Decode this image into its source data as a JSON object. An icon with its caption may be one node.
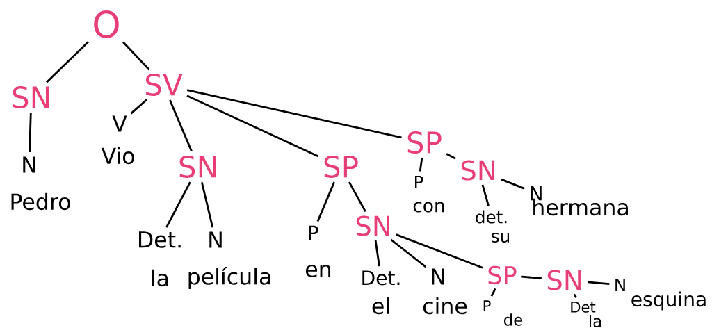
{
  "diagram": {
    "nodes": [
      {
        "text": [
          "O"
        ]
      },
      {
        "text": [
          "SN"
        ]
      },
      {
        "text": [
          "SV"
        ]
      },
      {
        "text": [
          "N"
        ],
        "beside": [
          "Pedro"
        ]
      },
      {
        "text": [
          "V"
        ],
        "beside": [
          "Vio"
        ]
      },
      {
        "text": [
          "SN"
        ]
      },
      {
        "text": [
          "Det."
        ],
        "beside": [
          "la"
        ]
      },
      {
        "text": [
          "N"
        ],
        "beside": [
          "película"
        ]
      },
      {
        "text": [
          "SP"
        ]
      },
      {
        "text": [
          "P"
        ],
        "beside": [
          "en"
        ]
      },
      {
        "text": [
          "SN"
        ]
      },
      {
        "text": [
          "Det."
        ],
        "beside": [
          "el"
        ]
      },
      {
        "text": [
          "N"
        ],
        "beside": [
          "cine"
        ]
      },
      {
        "text": [
          "SP"
        ]
      },
      {
        "text": [
          "P"
        ],
        "beside": [
          "con"
        ]
      },
      {
        "text": [
          "SN"
        ]
      },
      {
        "text": [
          "det."
        ],
        "beside": [
          "su"
        ]
      },
      {
        "text": [
          "N"
        ],
        "beside": [
          "hermana"
        ]
      },
      {
        "text": [
          "SP"
        ]
      },
      {
        "text": [
          "P"
        ],
        "beside": [
          "de"
        ]
      },
      {
        "text": [
          "SN"
        ]
      },
      {
        "text": [
          "Det"
        ],
        "beside": [
          "la"
        ]
      },
      {
        "text": [
          "N"
        ],
        "beside": [
          "esquina"
        ]
      }
    ],
    "edges": [
      {
        "from": 0,
        "to": 1,
        "arrow": "none"
      },
      {
        "from": 0,
        "to": 2,
        "arrow": "none"
      },
      {
        "from": 1,
        "to": 3,
        "arrow": "none"
      },
      {
        "from": 2,
        "to": 4,
        "arrow": "none"
      },
      {
        "from": 2,
        "to": 5,
        "arrow": "none"
      },
      {
        "from": 2,
        "to": 8,
        "arrow": "none"
      },
      {
        "from": 2,
        "to": 13,
        "arrow": "none"
      },
      {
        "from": 5,
        "to": 6,
        "arrow": "none"
      },
      {
        "from": 5,
        "to": 7,
        "arrow": "none"
      },
      {
        "from": 8,
        "to": 9,
        "arrow": "none"
      },
      {
        "from": 8,
        "to": 10,
        "arrow": "none"
      },
      {
        "from": 10,
        "to": 11,
        "arrow": "none"
      },
      {
        "from": 10,
        "to": 12,
        "arrow": "none"
      },
      {
        "from": 10,
        "to": 18,
        "arrow": "none"
      },
      {
        "from": 13,
        "to": 14,
        "arrow": "none"
      },
      {
        "from": 13,
        "to": 15,
        "arrow": "none"
      },
      {
        "from": 15,
        "to": 16,
        "arrow": "none"
      },
      {
        "from": 15,
        "to": 17,
        "arrow": "none"
      },
      {
        "from": 18,
        "to": 19,
        "arrow": "none"
      },
      {
        "from": 18,
        "to": 20,
        "arrow": "none"
      },
      {
        "from": 20,
        "to": 21,
        "arrow": "none"
      },
      {
        "from": 20,
        "to": 22,
        "arrow": "none"
      }
    ]
  }
}
